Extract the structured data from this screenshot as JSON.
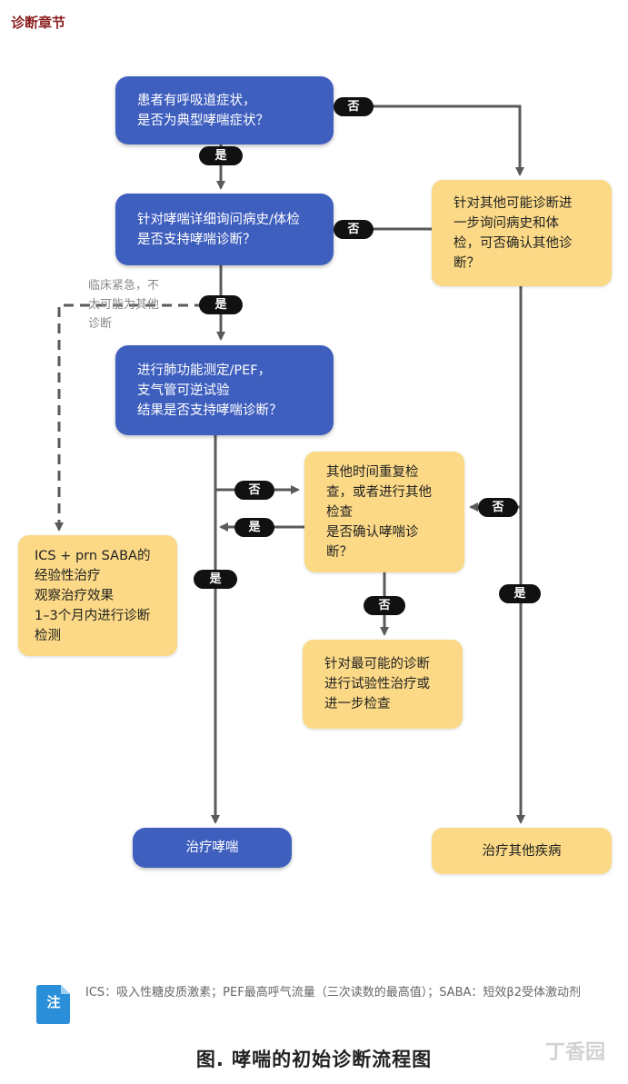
{
  "header": "诊断章节",
  "nodes": {
    "q1": [
      "患者有呼吸道症状，",
      "是否为典型哮喘症状？"
    ],
    "q2": [
      "针对哮喘详细询问病史/体检",
      "是否支持哮喘诊断？"
    ],
    "q3": [
      "进行肺功能测定/PEF，",
      "支气管可逆试验",
      "结果是否支持哮喘诊断？"
    ],
    "other_dx": [
      "针对其他可能诊断进",
      "一步询问病史和体",
      "检，可否确认其他诊",
      "断？"
    ],
    "repeat": [
      "其他时间重复检",
      "查，或者进行其他",
      "检查",
      "是否确认哮喘诊",
      "断？"
    ],
    "ics": [
      "ICS + prn SABA的",
      "经验性治疗",
      "观察治疗效果",
      "1–3个月内进行诊断",
      "检测"
    ],
    "trial": [
      "针对最可能的诊断",
      "进行试验性治疗或",
      "进一步检查"
    ],
    "treat_asthma": "治疗哮喘",
    "treat_other": "治疗其他疾病"
  },
  "labels": {
    "no1": "否",
    "yes1": "是",
    "no2": "否",
    "yes2": "是",
    "no3": "否",
    "yes3": "是",
    "yes4": "是",
    "no4": "否",
    "no5": "否",
    "yes5": "是"
  },
  "side_note": [
    "临床紧急，不",
    "太可能为其他",
    "诊断"
  ],
  "note_icon": "注",
  "note": "ICS：吸入性糖皮质激素；PEF最高呼气流量（三次读数的最高值）；SABA：短效β2受体激动剂",
  "caption": "图. 哮喘的初始诊断流程图",
  "watermark": "丁香园",
  "colors": {
    "blue": "#3f5fbf",
    "yellow": "#fbd986",
    "arrow": "#5a5a5a",
    "header": "#8b1e1e"
  }
}
